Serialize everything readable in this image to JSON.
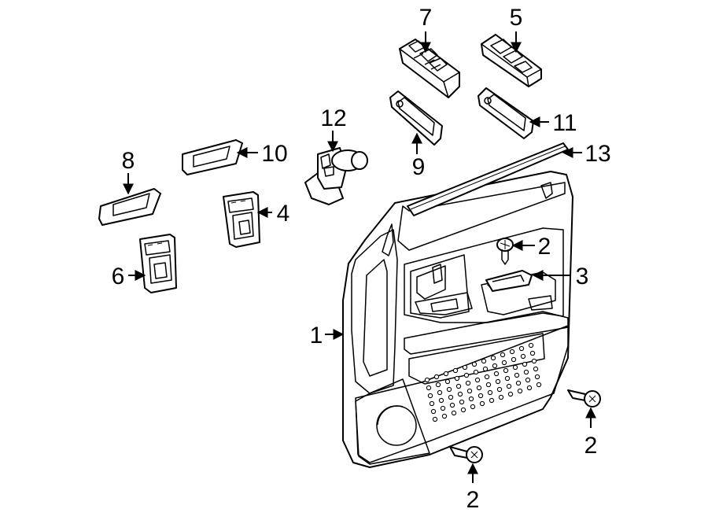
{
  "callouts": {
    "c1": "1",
    "c2a": "2",
    "c2b": "2",
    "c2c": "2",
    "c3": "3",
    "c4": "4",
    "c5": "5",
    "c6": "6",
    "c7": "7",
    "c8": "8",
    "c9": "9",
    "c10": "10",
    "c11": "11",
    "c12": "12",
    "c13": "13"
  }
}
